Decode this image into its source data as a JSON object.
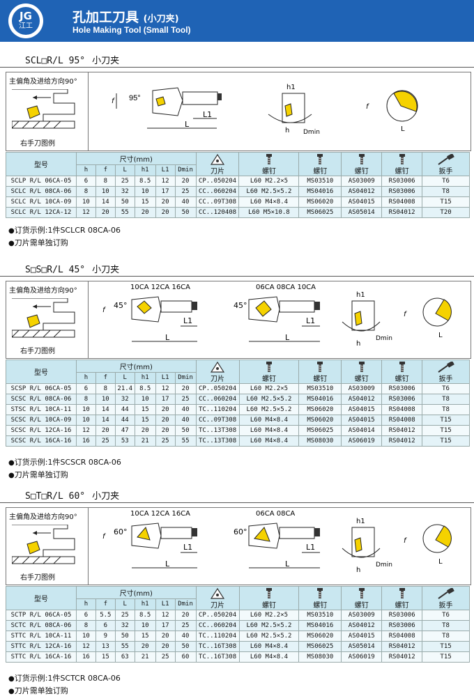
{
  "header": {
    "logo_text": "JG",
    "logo_sub": "江工",
    "title_cn": "孔加工刀具",
    "title_cn_small": "(小刀夹)",
    "title_en": "Hole Making Tool (Small Tool)"
  },
  "table_headers": {
    "model": "型号",
    "dims": "尺寸(mm)",
    "h": "h",
    "f": "f",
    "L": "L",
    "h1": "h1",
    "L1": "L1",
    "Dmin": "Dmin",
    "insert": "刀片",
    "screw1": "螺钉",
    "screw2": "螺钉",
    "screw3": "螺钉",
    "screw4": "螺钉",
    "wrench": "扳手"
  },
  "sections": [
    {
      "title": "SCL□R/L 95°",
      "title_cn": "小刀夹",
      "caption_top": "主偏角及进给方向90°",
      "caption_bottom": "右手刀图例",
      "angle_label": "95°",
      "sizes_a": "",
      "sizes_b": "",
      "rows": [
        [
          "SCLP R/L 06CA-05",
          "6",
          "8",
          "25",
          "8.5",
          "12",
          "20",
          "CP..050204",
          "L60 M2.2×5",
          "MS03510",
          "AS03009",
          "RS03006",
          "T6"
        ],
        [
          "SCLC R/L 08CA-06",
          "8",
          "10",
          "32",
          "10",
          "17",
          "25",
          "CC..060204",
          "L60 M2.5×5.2",
          "MS04016",
          "AS04012",
          "RS03006",
          "T8"
        ],
        [
          "SCLC R/L 10CA-09",
          "10",
          "14",
          "50",
          "15",
          "20",
          "40",
          "CC..09T308",
          "L60 M4×8.4",
          "MS06020",
          "AS04015",
          "RS04008",
          "T15"
        ],
        [
          "SCLC R/L 12CA-12",
          "12",
          "20",
          "55",
          "20",
          "20",
          "50",
          "CC..120408",
          "L60 M5×10.8",
          "MS06025",
          "AS05014",
          "RS04012",
          "T20"
        ]
      ],
      "note1": "订货示例:1件SCLCR 08CA-06",
      "note2": "刀片需单独订购"
    },
    {
      "title": "S□S□R/L 45°",
      "title_cn": "小刀夹",
      "caption_top": "主偏角及进给方向90°",
      "caption_bottom": "右手刀图例",
      "angle_label": "45°",
      "sizes_a": "10CA 12CA 16CA",
      "sizes_b": "06CA 08CA 10CA",
      "rows": [
        [
          "SCSP R/L 06CA-05",
          "6",
          "8",
          "21.4",
          "8.5",
          "12",
          "20",
          "CP..050204",
          "L60 M2.2×5",
          "MS03510",
          "AS03009",
          "RS03006",
          "T6"
        ],
        [
          "SCSC R/L 08CA-06",
          "8",
          "10",
          "32",
          "10",
          "17",
          "25",
          "CC..060204",
          "L60 M2.5×5.2",
          "MS04016",
          "AS04012",
          "RS03006",
          "T8"
        ],
        [
          "STSC R/L 10CA-11",
          "10",
          "14",
          "44",
          "15",
          "20",
          "40",
          "TC..110204",
          "L60 M2.5×5.2",
          "MS06020",
          "AS04015",
          "RS04008",
          "T8"
        ],
        [
          "SCSC R/L 10CA-09",
          "10",
          "14",
          "44",
          "15",
          "20",
          "40",
          "CC..09T308",
          "L60 M4×8.4",
          "MS06020",
          "AS04015",
          "RS04008",
          "T15"
        ],
        [
          "SCSC R/L 12CA-16",
          "12",
          "20",
          "47",
          "20",
          "20",
          "50",
          "TC..13T308",
          "L60 M4×8.4",
          "MS06025",
          "AS04014",
          "RS04012",
          "T15"
        ],
        [
          "SCSC R/L 16CA-16",
          "16",
          "25",
          "53",
          "21",
          "25",
          "55",
          "TC..13T308",
          "L60 M4×8.4",
          "MS08030",
          "AS06019",
          "RS04012",
          "T15"
        ]
      ],
      "note1": "订货示例:1件SCSCR 08CA-06",
      "note2": "刀片需单独订购"
    },
    {
      "title": "S□T□R/L 60°",
      "title_cn": "小刀夹",
      "caption_top": "主偏角及进给方向90°",
      "caption_bottom": "右手刀图例",
      "angle_label": "60°",
      "sizes_a": "10CA 12CA 16CA",
      "sizes_b": "06CA 08CA",
      "rows": [
        [
          "SCTP R/L 06CA-05",
          "6",
          "5.5",
          "25",
          "8.5",
          "12",
          "20",
          "CP..050204",
          "L60 M2.2×5",
          "MS03510",
          "AS03009",
          "RS03006",
          "T6"
        ],
        [
          "SCTC R/L 08CA-06",
          "8",
          "6",
          "32",
          "10",
          "17",
          "25",
          "CC..060204",
          "L60 M2.5×5.2",
          "MS04016",
          "AS04012",
          "RS03006",
          "T8"
        ],
        [
          "STTC R/L 10CA-11",
          "10",
          "9",
          "50",
          "15",
          "20",
          "40",
          "TC..110204",
          "L60 M2.5×5.2",
          "MS06020",
          "AS04015",
          "RS04008",
          "T8"
        ],
        [
          "STTC R/L 12CA-16",
          "12",
          "13",
          "55",
          "20",
          "20",
          "50",
          "TC..16T308",
          "L60 M4×8.4",
          "MS06025",
          "AS05014",
          "RS04012",
          "T15"
        ],
        [
          "STTC R/L 16CA-16",
          "16",
          "15",
          "63",
          "21",
          "25",
          "60",
          "TC..16T308",
          "L60 M4×8.4",
          "MS08030",
          "AS06019",
          "RS04012",
          "T15"
        ]
      ],
      "note1": "订货示例:1件SCTCR 08CA-06",
      "note2": "刀片需单独订购"
    }
  ],
  "dim_labels": {
    "f": "f",
    "h": "h",
    "h1": "h1",
    "L": "L",
    "L1": "L1",
    "Dmin": "Dmin"
  },
  "colors": {
    "header_bg": "#1f63b5",
    "insert_yellow": "#f5d200",
    "table_head": "#c9e7f0",
    "table_row": "#e4f3f8"
  },
  "icons": [
    "logo-emblem",
    "insert-triangle-icon",
    "screw-icon",
    "screw-icon",
    "screw-icon",
    "screw-icon",
    "wrench-icon"
  ]
}
